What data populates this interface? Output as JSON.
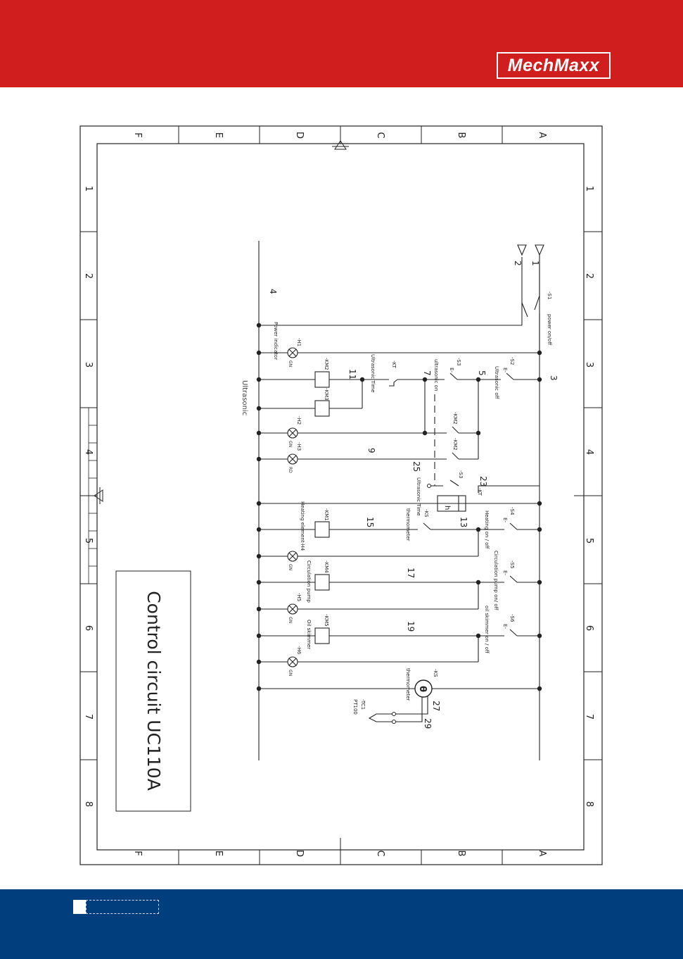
{
  "brand": {
    "logo_text": "MechMaxx",
    "header_color": "#d01e1e",
    "footer_color": "#003e7e"
  },
  "frame": {
    "rows": [
      "F",
      "E",
      "D",
      "C",
      "B",
      "A"
    ],
    "columns": [
      "1",
      "2",
      "3",
      "4",
      "5",
      "6",
      "7",
      "8"
    ]
  },
  "title_block": {
    "title": "Control circuit UC110A"
  },
  "nodes": [
    "1",
    "2",
    "3",
    "4",
    "5",
    "7",
    "9",
    "11",
    "13",
    "15",
    "17",
    "19",
    "23",
    "25",
    "27",
    "29"
  ],
  "components": {
    "s1": {
      "tag": "-S1",
      "label": "power on/off"
    },
    "s2": {
      "tag": "-S2",
      "label": "Ultrasonic off",
      "mark": "E-"
    },
    "s3": {
      "tag": "-S3",
      "label": "ultrasonic on",
      "mark": "E-"
    },
    "s3b": {
      "tag": "-S3"
    },
    "s4": {
      "tag": "-S4",
      "label": "Heating on / off",
      "mark": "E-"
    },
    "s5": {
      "tag": "-S5",
      "label": "Circulation pump on/ off",
      "mark": "E-"
    },
    "s6": {
      "tag": "-S6",
      "label": "oil skimmer on / off",
      "mark": "E-"
    },
    "h1": {
      "tag": "-H1",
      "label": "Power indicator",
      "color": "GN"
    },
    "h2": {
      "tag": "-H2",
      "color": "GN"
    },
    "h3": {
      "tag": "-H3",
      "color": "RD"
    },
    "h4": {
      "tag": "-H4",
      "color": "GN"
    },
    "h5": {
      "tag": "-H5",
      "color": "GN"
    },
    "h6": {
      "tag": "-H6",
      "color": "GN"
    },
    "km1": {
      "tag": "-KM1",
      "label": "Heating element"
    },
    "km2": {
      "tag": "-KM2"
    },
    "km2c1": {
      "tag": "-KM2"
    },
    "km2c2": {
      "tag": "-KM2"
    },
    "km3": {
      "tag": "-KM3"
    },
    "km4": {
      "tag": "-KM4",
      "label": "Circulation pump"
    },
    "km5": {
      "tag": "-KM5",
      "label": "Oil skimmer"
    },
    "kt": {
      "tag": "-KT",
      "label": "Ultrasonic Time"
    },
    "kt2": {
      "tag": "-KT",
      "label": "Ultrasonic Time",
      "mark": "h"
    },
    "ks": {
      "tag": "-KS",
      "label": "thermometer"
    },
    "ks2": {
      "tag": "-KS",
      "label": "thermometer",
      "mark": "θ"
    },
    "tc1": {
      "tag": "-TC1",
      "label": "PT100"
    }
  },
  "side_note": "Ultrasonic"
}
